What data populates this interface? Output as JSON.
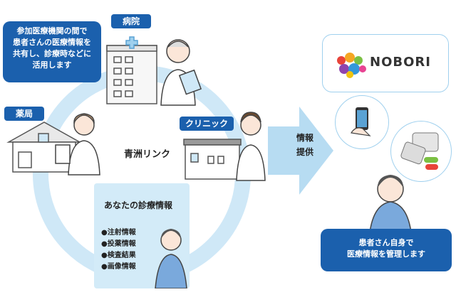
{
  "callout_hospital_note": [
    "参加医療機関の間で",
    "患者さんの医療情報を",
    "共有し、診療時などに",
    "活用します"
  ],
  "tag_hospital": "病院",
  "tag_pharmacy": "薬局",
  "tag_clinic": "クリニック",
  "network_name": "青洲リンク",
  "arrow_label": [
    "情報",
    "提供"
  ],
  "info_title": "あなたの診療情報",
  "info_items": [
    "●注射情報",
    "●投薬情報",
    "●検査結果",
    "●画像情報"
  ],
  "app_logo_text": "NOBORI",
  "callout_patient": [
    "患者さん自身で",
    "医療情報を管理します"
  ],
  "colors": {
    "navy": "#1b60ad",
    "ring": "#cfe8f7",
    "arrow": "#b7dcf2",
    "infobox": "#d3ebf8"
  }
}
